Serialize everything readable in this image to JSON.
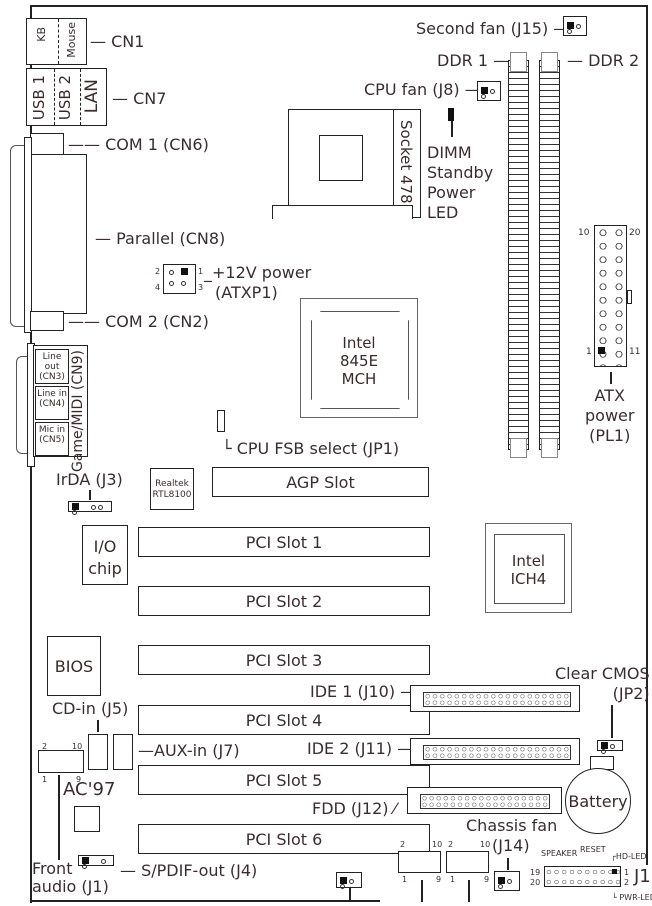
{
  "board": {
    "rear_io": {
      "kb": "KB",
      "mouse": "Mouse",
      "cn1": "CN1",
      "usb1": "USB 1",
      "usb2": "USB 2",
      "lan": "LAN",
      "cn7": "CN7",
      "com1": "COM 1 (CN6)",
      "parallel": "Parallel (CN8)",
      "com2": "COM 2 (CN2)",
      "line_out": "Line out (CN3)",
      "line_in": "Line in (CN4)",
      "mic_in": "Mic in (CN5)",
      "game_midi": "Game/MIDI (CN9)"
    },
    "top": {
      "second_fan": "Second fan (J15)",
      "ddr1": "DDR 1",
      "ddr2": "DDR 2",
      "cpu_fan": "CPU fan (J8)",
      "socket": "Socket 478",
      "dimm_led": [
        "DIMM",
        "Standby",
        "Power",
        "LED"
      ],
      "atx12v": [
        "+12V power",
        "(ATXP1)"
      ],
      "atx12v_pins": [
        "2",
        "1",
        "4",
        "3"
      ]
    },
    "chips": {
      "mch": [
        "Intel",
        "845E",
        "MCH"
      ],
      "ich": [
        "Intel",
        "ICH4"
      ],
      "realtek": [
        "Realtek",
        "RTL8100"
      ],
      "io_chip": [
        "I/O",
        "chip"
      ],
      "bios": "BIOS",
      "ac97": "AC'97"
    },
    "atx_power": {
      "label": [
        "ATX",
        "power",
        "(PL1)"
      ],
      "pins": [
        "10",
        "20",
        "1",
        "11"
      ]
    },
    "jumpers": {
      "cpu_fsb": "CPU FSB select (JP1)",
      "irda": "IrDA (J3)",
      "clear_cmos": [
        "Clear CMOS",
        "(JP2)"
      ]
    },
    "slots": {
      "agp": "AGP Slot",
      "pci": [
        "PCI Slot 1",
        "PCI Slot 2",
        "PCI Slot 3",
        "PCI Slot 4",
        "PCI Slot 5",
        "PCI Slot 6"
      ]
    },
    "storage": {
      "ide1": "IDE 1 (J10)",
      "ide2": "IDE 2 (J11)",
      "fdd": "FDD (J12)",
      "battery": "Battery"
    },
    "audio": {
      "cd_in": "CD-in (J5)",
      "aux_in": "AUX-in (J7)",
      "front_audio": [
        "Front",
        "audio (J1)"
      ],
      "front_pins": [
        "2",
        "10",
        "1",
        "9"
      ],
      "spdif": "S/PDIF-out (J4)"
    },
    "bottom": {
      "chassis_fan": [
        "Chassis fan",
        "(J14)"
      ],
      "usb_pins": [
        "2",
        "10",
        "1",
        "9"
      ],
      "front_panel": {
        "speaker": "SPEAKER",
        "reset": "RESET",
        "hd_led": "HD-LED",
        "pwr_led": "PWR-LED",
        "pin19": "19",
        "pin20": "20",
        "pin1": "1",
        "pin2": "2",
        "j_label": "J1"
      }
    }
  }
}
